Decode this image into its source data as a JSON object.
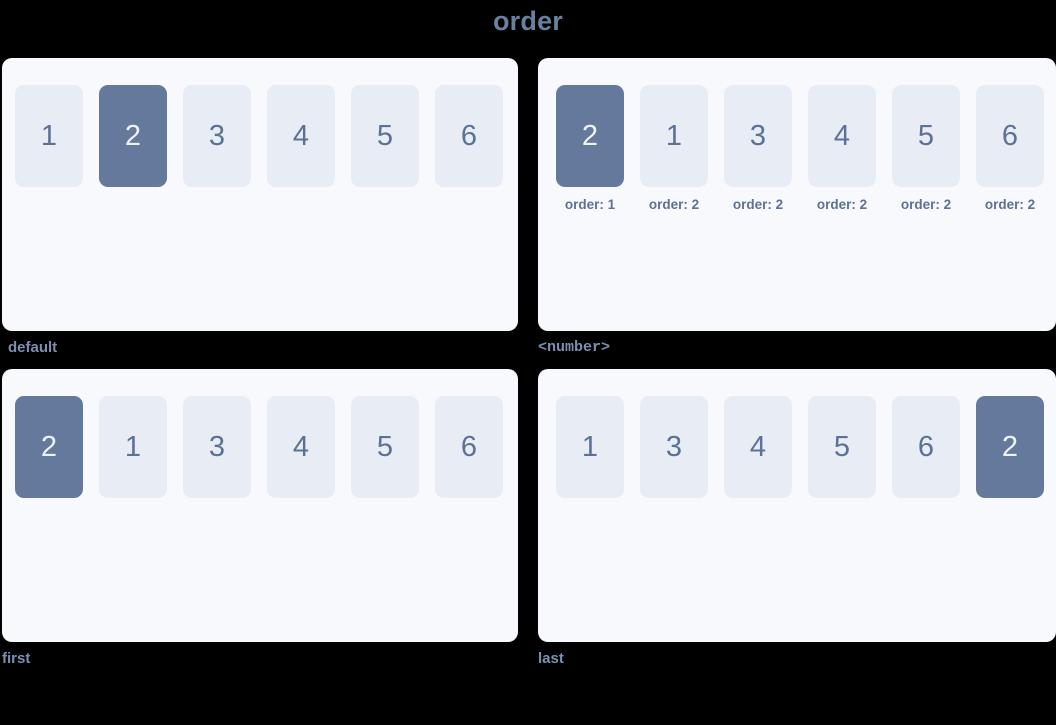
{
  "title": "order",
  "colors": {
    "page_background": "#000000",
    "panel_background": "#f8f9fc",
    "item_background": "#e8ecf5",
    "item_text": "#5b7296",
    "highlight_background": "#64799c",
    "highlight_text": "#eef2f8",
    "title_text": "#69809f",
    "caption_text": "#7a90b2"
  },
  "panels": [
    {
      "caption": "default",
      "caption_style": "normal",
      "items": [
        {
          "label": "1",
          "highlight": false,
          "order_label": null
        },
        {
          "label": "2",
          "highlight": true,
          "order_label": null
        },
        {
          "label": "3",
          "highlight": false,
          "order_label": null
        },
        {
          "label": "4",
          "highlight": false,
          "order_label": null
        },
        {
          "label": "5",
          "highlight": false,
          "order_label": null
        },
        {
          "label": "6",
          "highlight": false,
          "order_label": null
        }
      ]
    },
    {
      "caption": "<number>",
      "caption_style": "mono",
      "items": [
        {
          "label": "2",
          "highlight": true,
          "order_label": "order: 1"
        },
        {
          "label": "1",
          "highlight": false,
          "order_label": "order: 2"
        },
        {
          "label": "3",
          "highlight": false,
          "order_label": "order: 2"
        },
        {
          "label": "4",
          "highlight": false,
          "order_label": "order: 2"
        },
        {
          "label": "5",
          "highlight": false,
          "order_label": "order: 2"
        },
        {
          "label": "6",
          "highlight": false,
          "order_label": "order: 2"
        }
      ]
    },
    {
      "caption": "first",
      "caption_style": "normal",
      "items": [
        {
          "label": "2",
          "highlight": true,
          "order_label": null
        },
        {
          "label": "1",
          "highlight": false,
          "order_label": null
        },
        {
          "label": "3",
          "highlight": false,
          "order_label": null
        },
        {
          "label": "4",
          "highlight": false,
          "order_label": null
        },
        {
          "label": "5",
          "highlight": false,
          "order_label": null
        },
        {
          "label": "6",
          "highlight": false,
          "order_label": null
        }
      ]
    },
    {
      "caption": "last",
      "caption_style": "normal",
      "items": [
        {
          "label": "1",
          "highlight": false,
          "order_label": null
        },
        {
          "label": "3",
          "highlight": false,
          "order_label": null
        },
        {
          "label": "4",
          "highlight": false,
          "order_label": null
        },
        {
          "label": "5",
          "highlight": false,
          "order_label": null
        },
        {
          "label": "6",
          "highlight": false,
          "order_label": null
        },
        {
          "label": "2",
          "highlight": true,
          "order_label": null
        }
      ]
    }
  ]
}
